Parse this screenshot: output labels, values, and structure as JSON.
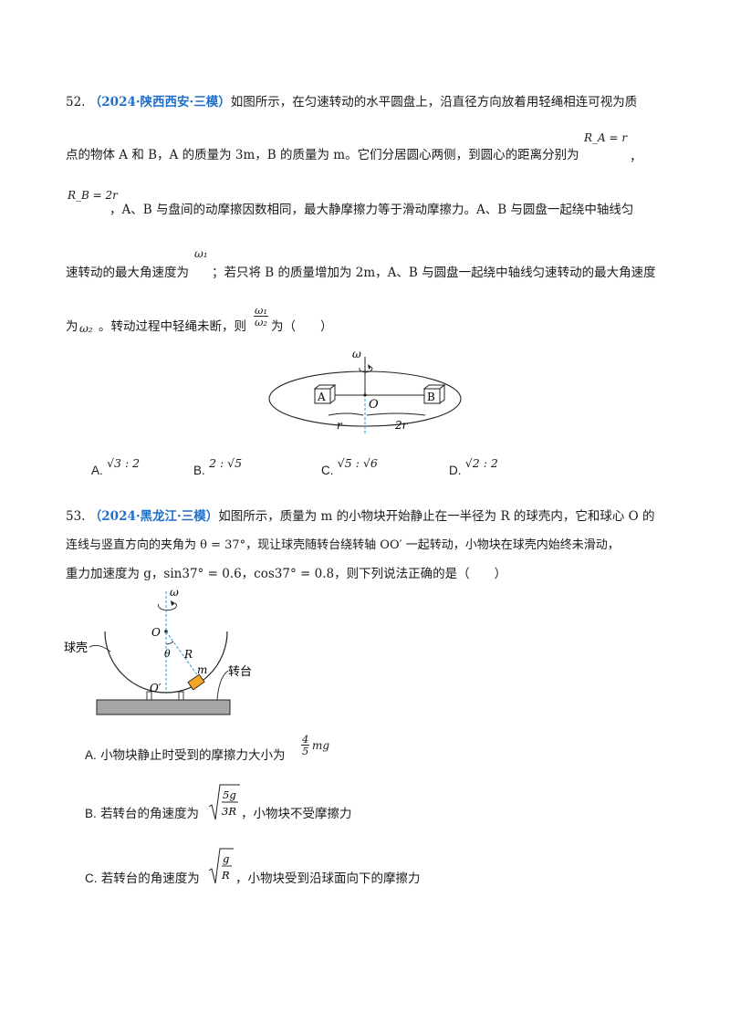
{
  "q52": {
    "number": "52.",
    "source": "（2024·陕西西安·三模）",
    "line1": "如图所示，在匀速转动的水平圆盘上，沿直径方向放着用轻绳相连可视为质",
    "line2": "点的物体 A 和 B，A 的质量为 3m，B 的质量为 m。它们分居圆心两侧，到圆心的距离分别为",
    "ra": "R_A = r",
    "rb": "R_B = 2r",
    "line3": "，A、B 与盘间的动摩擦因数相同，最大静摩擦力等于滑动摩擦力。A、B 与圆盘一起绕中轴线匀",
    "line4a": "速转动的最大角速度为",
    "line4b": "；若只将 B 的质量增加为 2m，A、B 与圆盘一起绕中轴线匀速转动的最大角速度",
    "line5a": "为",
    "line5b": "。转动过程中轻绳未断，则",
    "line5c": "为（　　）",
    "omega1": "ω₁",
    "omega2": "ω₂",
    "fig": {
      "omega": "ω",
      "A": "A",
      "B": "B",
      "O": "O",
      "r": "r",
      "r2": "2r"
    },
    "options": [
      {
        "label": "A.",
        "text": "√3 : 2"
      },
      {
        "label": "B.",
        "text": "2 : √5"
      },
      {
        "label": "C.",
        "text": "√5 : √6"
      },
      {
        "label": "D.",
        "text": "√2 : 2"
      }
    ]
  },
  "q53": {
    "number": "53.",
    "source": "（2024·黑龙江·三模）",
    "line1": "如图所示，质量为 m 的小物块开始静止在一半径为 R 的球壳内，它和球心 O 的",
    "line2": "连线与竖直方向的夹角为 θ = 37°，现让球壳随转台绕转轴 OO′ 一起转动，小物块在球壳内始终未滑动，",
    "line3": "重力加速度为 g，sin37° = 0.6，cos37° = 0.8，则下列说法正确的是（　　）",
    "fig": {
      "omega": "ω",
      "O": "O",
      "theta": "θ",
      "R": "R",
      "m": "m",
      "Oprime": "O′",
      "shell": "球壳",
      "table": "转台"
    },
    "optA": {
      "label": "A.",
      "text": "小物块静止时受到的摩擦力大小为",
      "num": "4",
      "den": "5",
      "tail": "mg"
    },
    "optB": {
      "label": "B.",
      "text": "若转台的角速度为",
      "num": "5g",
      "den": "3R",
      "tail": "，小物块不受摩擦力"
    },
    "optC": {
      "label": "C.",
      "text": "若转台的角速度为",
      "num": "g",
      "den": "R",
      "tail": "，小物块受到沿球面向下的摩擦力"
    }
  }
}
